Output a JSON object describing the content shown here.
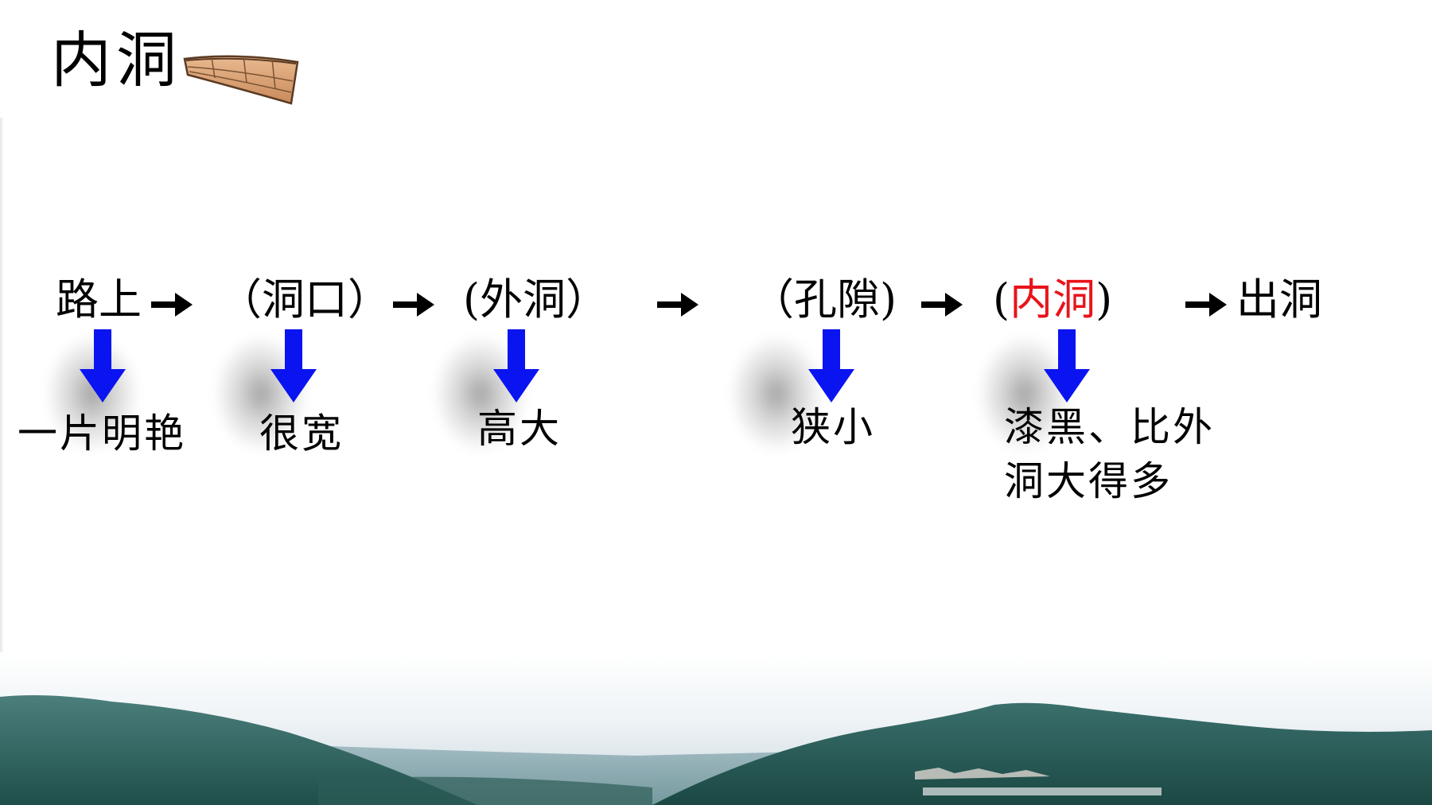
{
  "title": "内洞",
  "flow": [
    {
      "text": "路上"
    },
    {
      "pre": "（",
      "text": "洞口",
      "post": "）"
    },
    {
      "pre": "(",
      "text": "外洞",
      "post": "）"
    },
    {
      "pre": "（",
      "text": "孔隙",
      "post": ")"
    },
    {
      "pre": "(",
      "text": "内洞",
      "post": ")"
    },
    {
      "text": "出洞"
    }
  ],
  "descriptions": [
    "一片明艳",
    "很宽",
    "高大",
    "狭小",
    "漆黑、比外",
    "洞大得多"
  ],
  "colors": {
    "highlight": "#e8141b",
    "arrow_down": "#0a14f0",
    "arrow_right": "#000000"
  },
  "icons": [
    "boat-icon",
    "arrow-right-icon",
    "arrow-down-icon"
  ]
}
